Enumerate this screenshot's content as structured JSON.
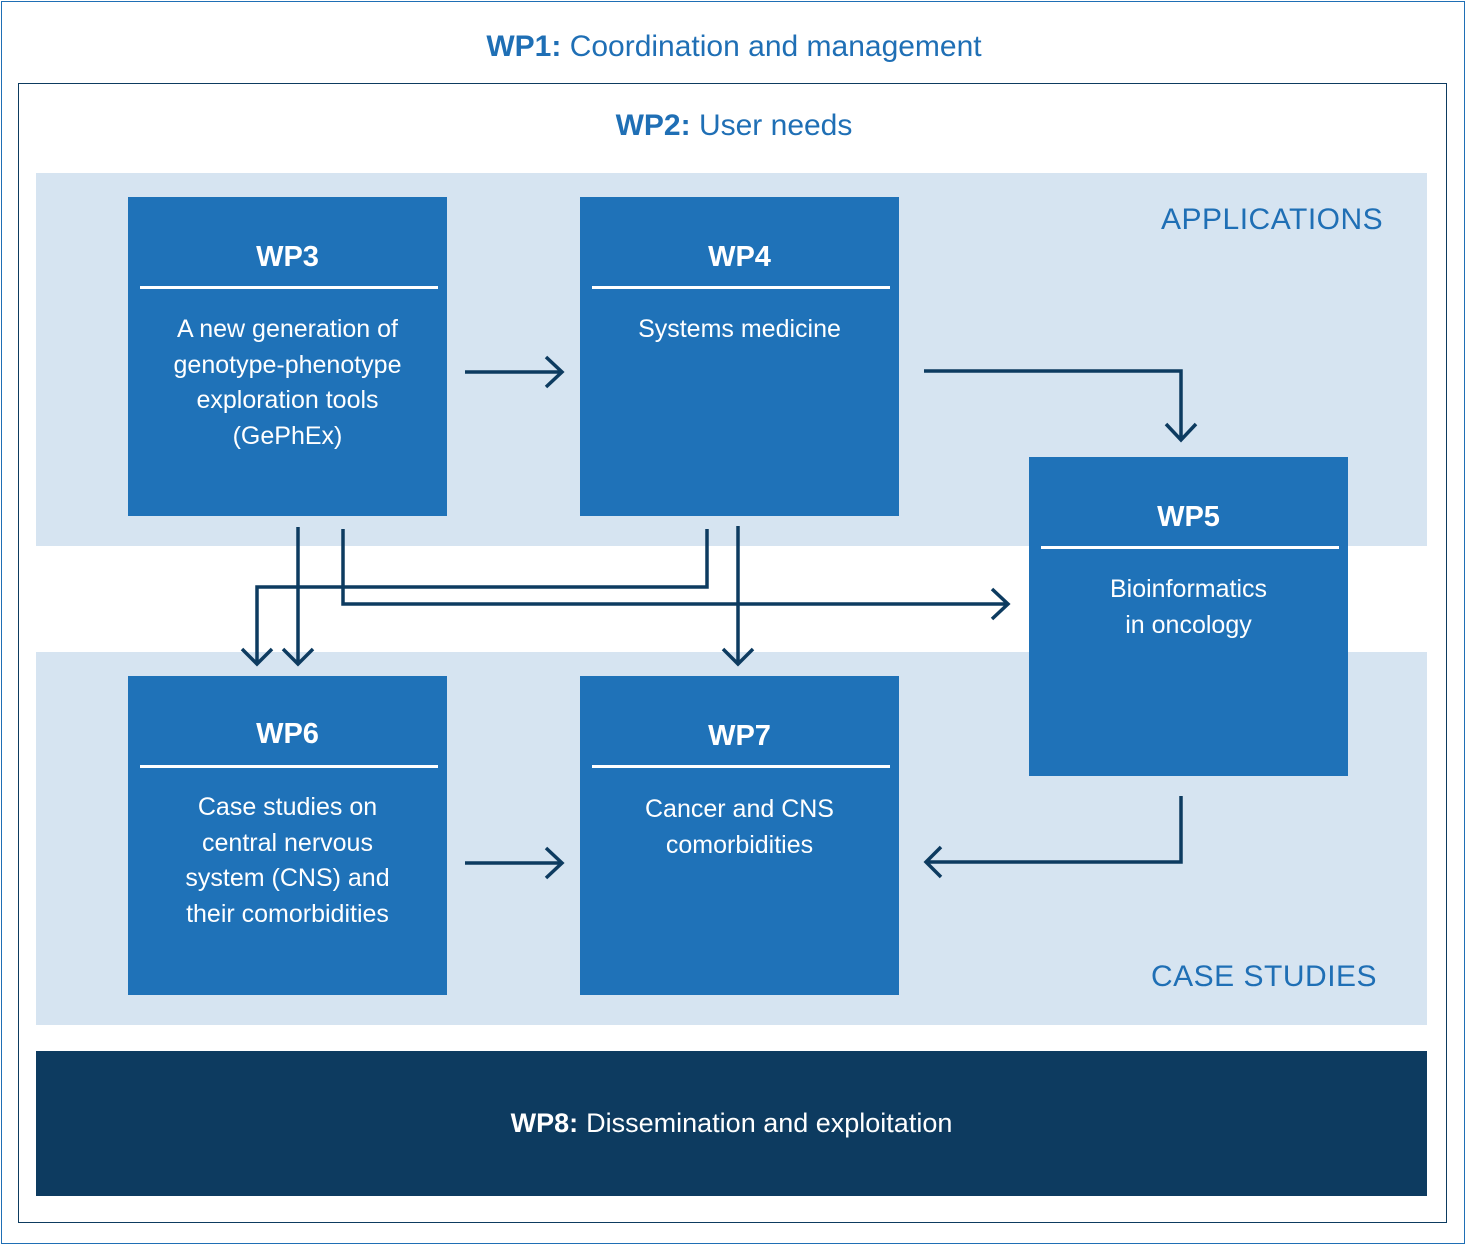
{
  "wp1": {
    "code": "WP1:",
    "name": "Coordination and management"
  },
  "wp2": {
    "code": "WP2:",
    "name": "User needs"
  },
  "bands": {
    "applications": "APPLICATIONS",
    "case_studies": "CASE STUDIES"
  },
  "boxes": {
    "wp3": {
      "code": "WP3",
      "desc": "A new generation of\ngenotype-phenotype\nexploration tools\n(GePhEx)"
    },
    "wp4": {
      "code": "WP4",
      "desc": "Systems medicine"
    },
    "wp5": {
      "code": "WP5",
      "desc": "Bioinformatics\nin oncology"
    },
    "wp6": {
      "code": "WP6",
      "desc": "Case studies on\ncentral nervous\nsystem (CNS) and\ntheir comorbidities"
    },
    "wp7": {
      "code": "WP7",
      "desc": "Cancer and CNS\ncomorbidities"
    }
  },
  "wp8": {
    "code": "WP8:",
    "name": "Dissemination and exploitation"
  },
  "colors": {
    "box": "#1f72b8",
    "dark": "#0d3b60",
    "band": "#d6e4f1",
    "accent": "#1f6fb5"
  }
}
